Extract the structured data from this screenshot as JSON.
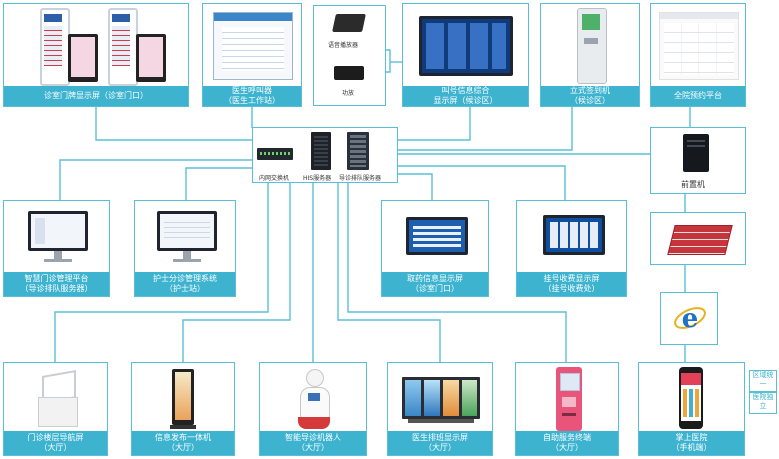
{
  "colors": {
    "accent": "#3db3d0",
    "line": "#58c0d6"
  },
  "top": {
    "door_screen": {
      "line1": "诊室门牌显示屏（诊室门口）"
    },
    "doctor_caller": {
      "line1": "医生呼叫器",
      "line2": "（医生工作站）"
    },
    "voice_player": {
      "label": "语音播放器"
    },
    "amplifier": {
      "label": "功放"
    },
    "queue_screen": {
      "line1": "叫号信息综合",
      "line2": "显示屏（候诊区）"
    },
    "kiosk_signin": {
      "line1": "立式签到机",
      "line2": "（候诊区）"
    },
    "appointment_platform": {
      "line1": "全院预约平台"
    }
  },
  "center": {
    "switch_label": "内网交换机",
    "his_label": "HIS服务器",
    "queue_server_label": "导诊排队服务器"
  },
  "right": {
    "front_server": {
      "label": "前置机"
    }
  },
  "middle": {
    "mgmt_platform": {
      "line1": "智慧门诊管理平台",
      "line2": "（导诊排队服务器）"
    },
    "nurse_system": {
      "line1": "护士分诊管理系统",
      "line2": "（护士站）"
    },
    "pharmacy_screen": {
      "line1": "取药信息显示屏",
      "line2": "（诊室门口）"
    },
    "cashier_screen": {
      "line1": "挂号收费显示屏",
      "line2": "（挂号收费处）"
    }
  },
  "bottom": {
    "floor_nav": {
      "line1": "门诊楼层导航屏",
      "line2": "（大厅）"
    },
    "info_release": {
      "line1": "信息发布一体机",
      "line2": "（大厅）"
    },
    "robot": {
      "line1": "智能导诊机器人",
      "line2": "（大厅）"
    },
    "duty_screen": {
      "line1": "医生排班显示屏",
      "line2": "（大厅）"
    },
    "self_service": {
      "line1": "自助服务终端",
      "line2": "（大厅）"
    },
    "mobile_hospital": {
      "line1": "掌上医院",
      "line2": "（手机端）"
    }
  },
  "side_notes": {
    "note1": "区域统一",
    "note2": "医院独立"
  }
}
